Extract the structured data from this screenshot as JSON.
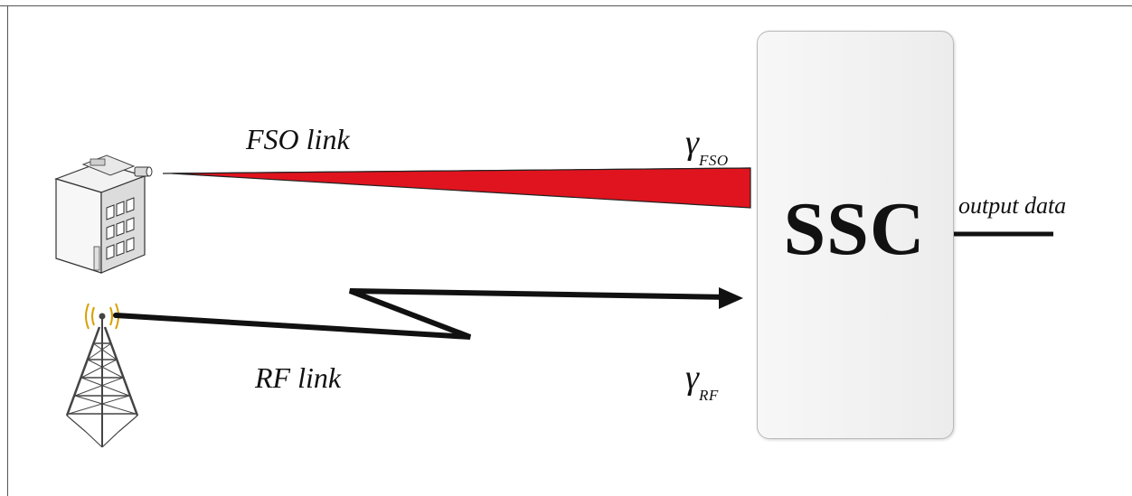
{
  "diagram": {
    "fso_label": "FSO link",
    "rf_label": "RF link",
    "gamma_fso": {
      "symbol": "γ",
      "subscript": "FSO"
    },
    "gamma_rf": {
      "symbol": "γ",
      "subscript": "RF"
    },
    "combiner_label": "SSC",
    "output_label": "output data"
  },
  "colors": {
    "fso_beam": "#e0141e",
    "rf_signal": "#111111",
    "box_border": "#b9b9b9"
  },
  "icons": {
    "fso_transmitter": "building-with-optical-transceiver-icon",
    "rf_transmitter": "radio-tower-icon"
  }
}
